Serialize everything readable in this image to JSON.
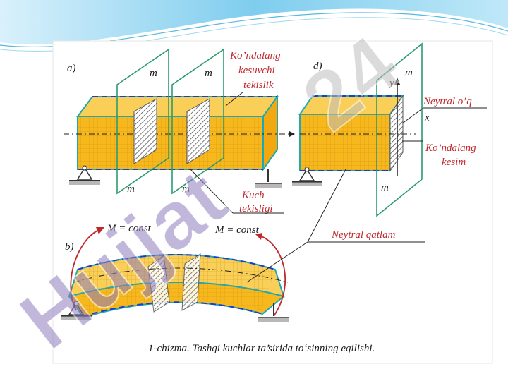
{
  "slide": {
    "caption": "1-chizma. Tashqi kuchlar ta’sirida to‘sinning egilishi."
  },
  "panel_a": {
    "tag": "a)",
    "plane_labels_top": [
      "m",
      "m"
    ],
    "plane_labels_bottom": [
      "m",
      "m"
    ],
    "cross_plane_label": [
      "Ko’ndalang",
      "kesuvchi",
      "tekislik"
    ],
    "force_plane_label": [
      "Kuch",
      "tekisligi"
    ]
  },
  "panel_d": {
    "tag": "d)",
    "plane_label_top": "m",
    "plane_label_bottom": "m",
    "axis_y": "y",
    "axis_x": "x",
    "neutral_axis_label": "Neytral o’q",
    "cross_section_label": [
      "Ko’ndalang",
      "kesim"
    ]
  },
  "panel_b": {
    "tag": "b)",
    "moment_left": "M = const",
    "moment_right": "M = const",
    "neutral_layer_label": "Neytral qatlam"
  },
  "watermark": "Hujjat24",
  "colors": {
    "beam_fill": "#f6b81c",
    "beam_edge": "#1fa7b4",
    "plane": "#2b9b6f",
    "label_red": "#c0282d",
    "dash_blue": "#1a3ccf",
    "watermark_purple": "#8e7dbe",
    "watermark_gray": "#bdbdbd",
    "header_wave": "#6fc6e8"
  }
}
